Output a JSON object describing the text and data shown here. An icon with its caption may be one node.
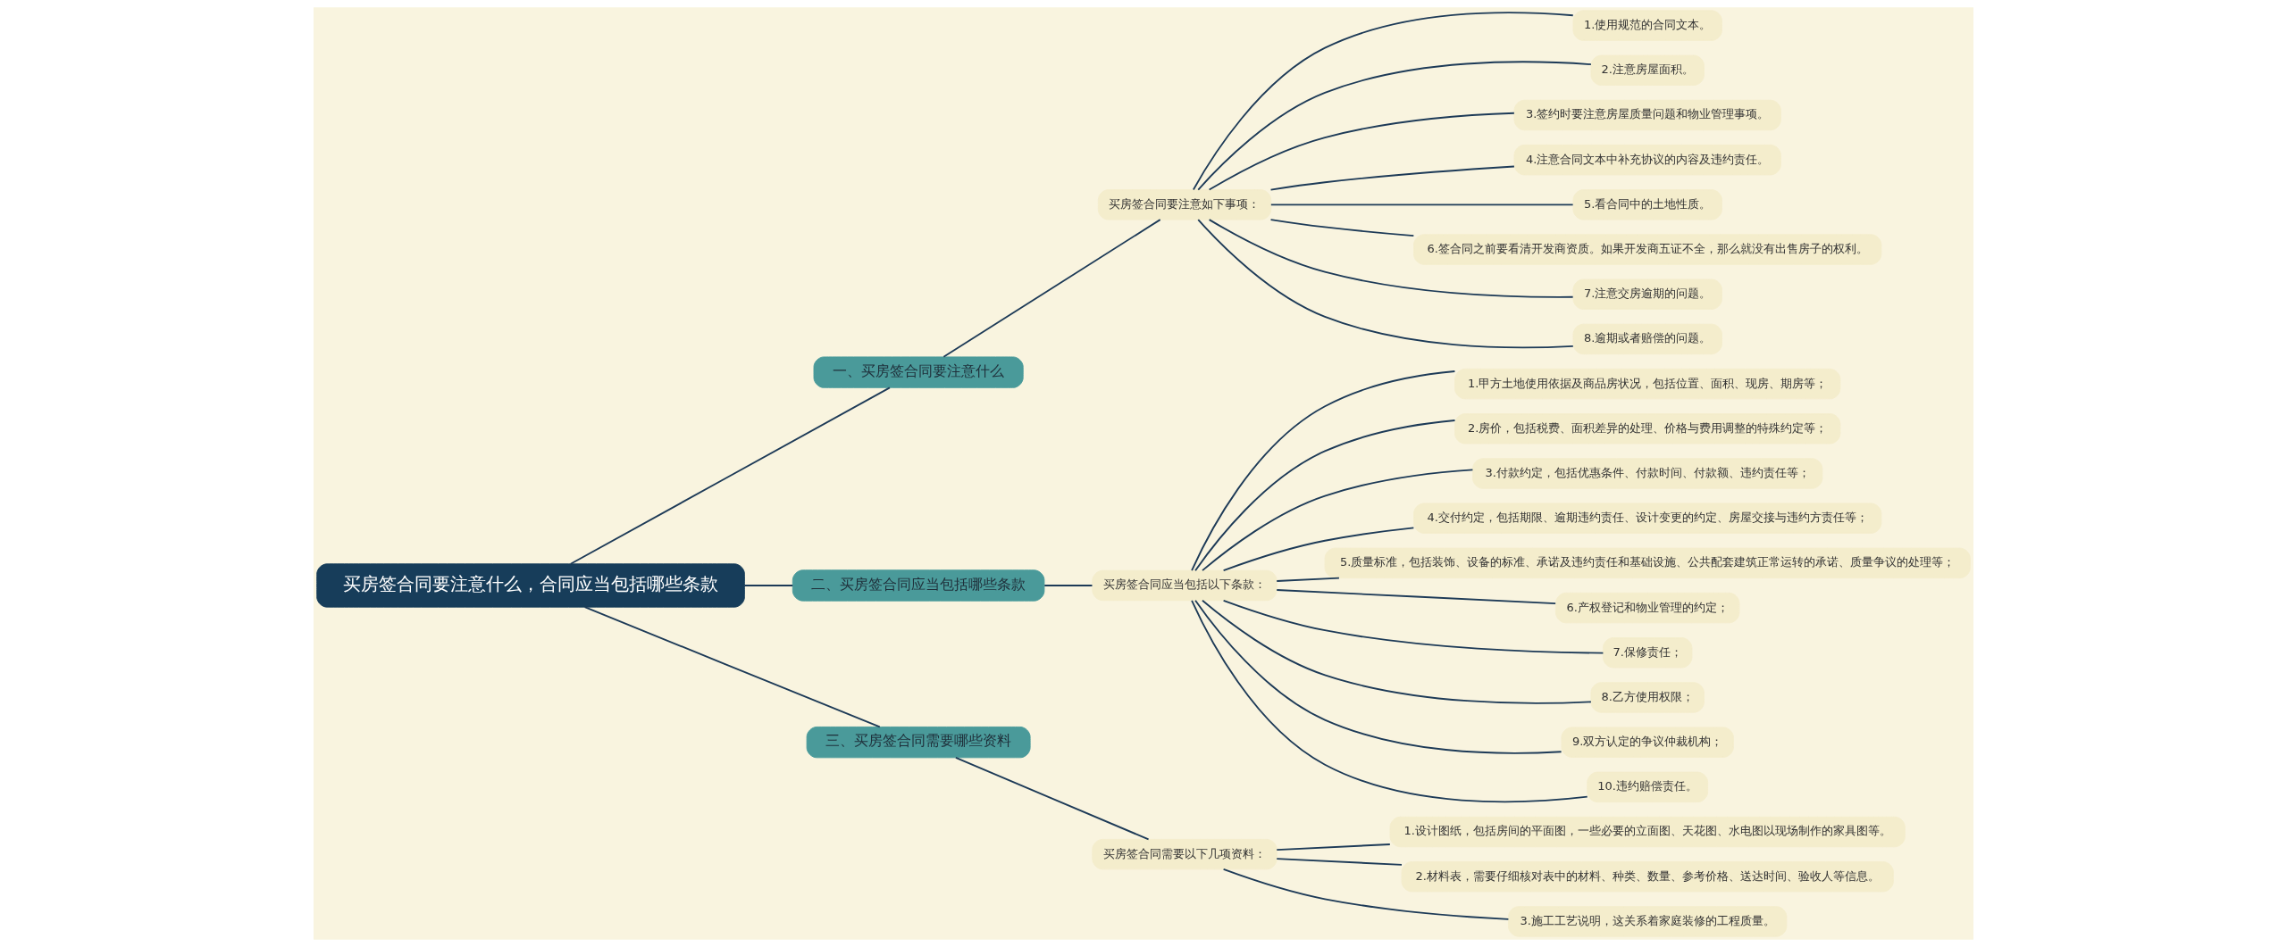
{
  "diagram": {
    "nodes": [
      {
        "text": [
          "买房签合同要注意什么，合同应当包括哪些条款"
        ]
      },
      {
        "text": [
          "一、买房签合同要注意什么"
        ]
      },
      {
        "text": [
          "买房签合同要注意如下事项："
        ]
      },
      {
        "text": [
          "1.使用规范的合同文本。"
        ]
      },
      {
        "text": [
          "2.注意房屋面积。"
        ]
      },
      {
        "text": [
          "3.签约时要注意房屋质量问题和物业管理事项。"
        ]
      },
      {
        "text": [
          "4.注意合同文本中补充协议的内容及违约责任。"
        ]
      },
      {
        "text": [
          "5.看合同中的土地性质。"
        ]
      },
      {
        "text": [
          "6.签合同之前要看清开发商资质。如果开发商五证不全，那么就没有出售房子的权利。"
        ]
      },
      {
        "text": [
          "7.注意交房逾期的问题。"
        ]
      },
      {
        "text": [
          "8.逾期或者赔偿的问题。"
        ]
      },
      {
        "text": [
          "二、买房签合同应当包括哪些条款"
        ]
      },
      {
        "text": [
          "买房签合同应当包括以下条款："
        ]
      },
      {
        "text": [
          "1.甲方土地使用依据及商品房状况，包括位置、面积、现房、期房等；"
        ]
      },
      {
        "text": [
          "2.房价，包括税费、面积差异的处理、价格与费用调整的特殊约定等；"
        ]
      },
      {
        "text": [
          "3.付款约定，包括优惠条件、付款时间、付款额、违约责任等；"
        ]
      },
      {
        "text": [
          "4.交付约定，包括期限、逾期违约责任、设计变更的约定、房屋交接与违约方责任等；"
        ]
      },
      {
        "text": [
          "5.质量标准，包括装饰、设备的标准、承诺及违约责任和基础设施、公共配套建筑正常运转的承诺、质量争议的处理等；"
        ]
      },
      {
        "text": [
          "6.产权登记和物业管理的约定；"
        ]
      },
      {
        "text": [
          "7.保修责任；"
        ]
      },
      {
        "text": [
          "8.乙方使用权限；"
        ]
      },
      {
        "text": [
          "9.双方认定的争议仲裁机构；"
        ]
      },
      {
        "text": [
          "10.违约赔偿责任。"
        ]
      },
      {
        "text": [
          "三、买房签合同需要哪些资料"
        ]
      },
      {
        "text": [
          "买房签合同需要以下几项资料："
        ]
      },
      {
        "text": [
          "1.设计图纸，包括房间的平面图，一些必要的立面图、天花图、水电图以现场制作的家具图等。"
        ]
      },
      {
        "text": [
          "2.材料表，需要仔细核对表中的材料、种类、数量、参考价格、送达时间、验收人等信息。"
        ]
      },
      {
        "text": [
          "3.施工工艺说明，这关系着家庭装修的工程质量。"
        ]
      }
    ],
    "edges": [
      {
        "from": 0,
        "to": 1,
        "arrow": "none"
      },
      {
        "from": 1,
        "to": 2,
        "arrow": "none"
      },
      {
        "from": 2,
        "to": 3,
        "arrow": "none"
      },
      {
        "from": 2,
        "to": 4,
        "arrow": "none"
      },
      {
        "from": 2,
        "to": 5,
        "arrow": "none"
      },
      {
        "from": 2,
        "to": 6,
        "arrow": "none"
      },
      {
        "from": 2,
        "to": 7,
        "arrow": "none"
      },
      {
        "from": 2,
        "to": 8,
        "arrow": "none"
      },
      {
        "from": 2,
        "to": 9,
        "arrow": "none"
      },
      {
        "from": 2,
        "to": 10,
        "arrow": "none"
      },
      {
        "from": 0,
        "to": 11,
        "arrow": "none"
      },
      {
        "from": 11,
        "to": 12,
        "arrow": "none"
      },
      {
        "from": 12,
        "to": 13,
        "arrow": "none"
      },
      {
        "from": 12,
        "to": 14,
        "arrow": "none"
      },
      {
        "from": 12,
        "to": 15,
        "arrow": "none"
      },
      {
        "from": 12,
        "to": 16,
        "arrow": "none"
      },
      {
        "from": 12,
        "to": 17,
        "arrow": "none"
      },
      {
        "from": 12,
        "to": 18,
        "arrow": "none"
      },
      {
        "from": 12,
        "to": 19,
        "arrow": "none"
      },
      {
        "from": 12,
        "to": 20,
        "arrow": "none"
      },
      {
        "from": 12,
        "to": 21,
        "arrow": "none"
      },
      {
        "from": 12,
        "to": 22,
        "arrow": "none"
      },
      {
        "from": 0,
        "to": 23,
        "arrow": "none"
      },
      {
        "from": 23,
        "to": 24,
        "arrow": "none"
      },
      {
        "from": 24,
        "to": 25,
        "arrow": "none"
      },
      {
        "from": 24,
        "to": 26,
        "arrow": "none"
      },
      {
        "from": 24,
        "to": 27,
        "arrow": "none"
      }
    ]
  }
}
